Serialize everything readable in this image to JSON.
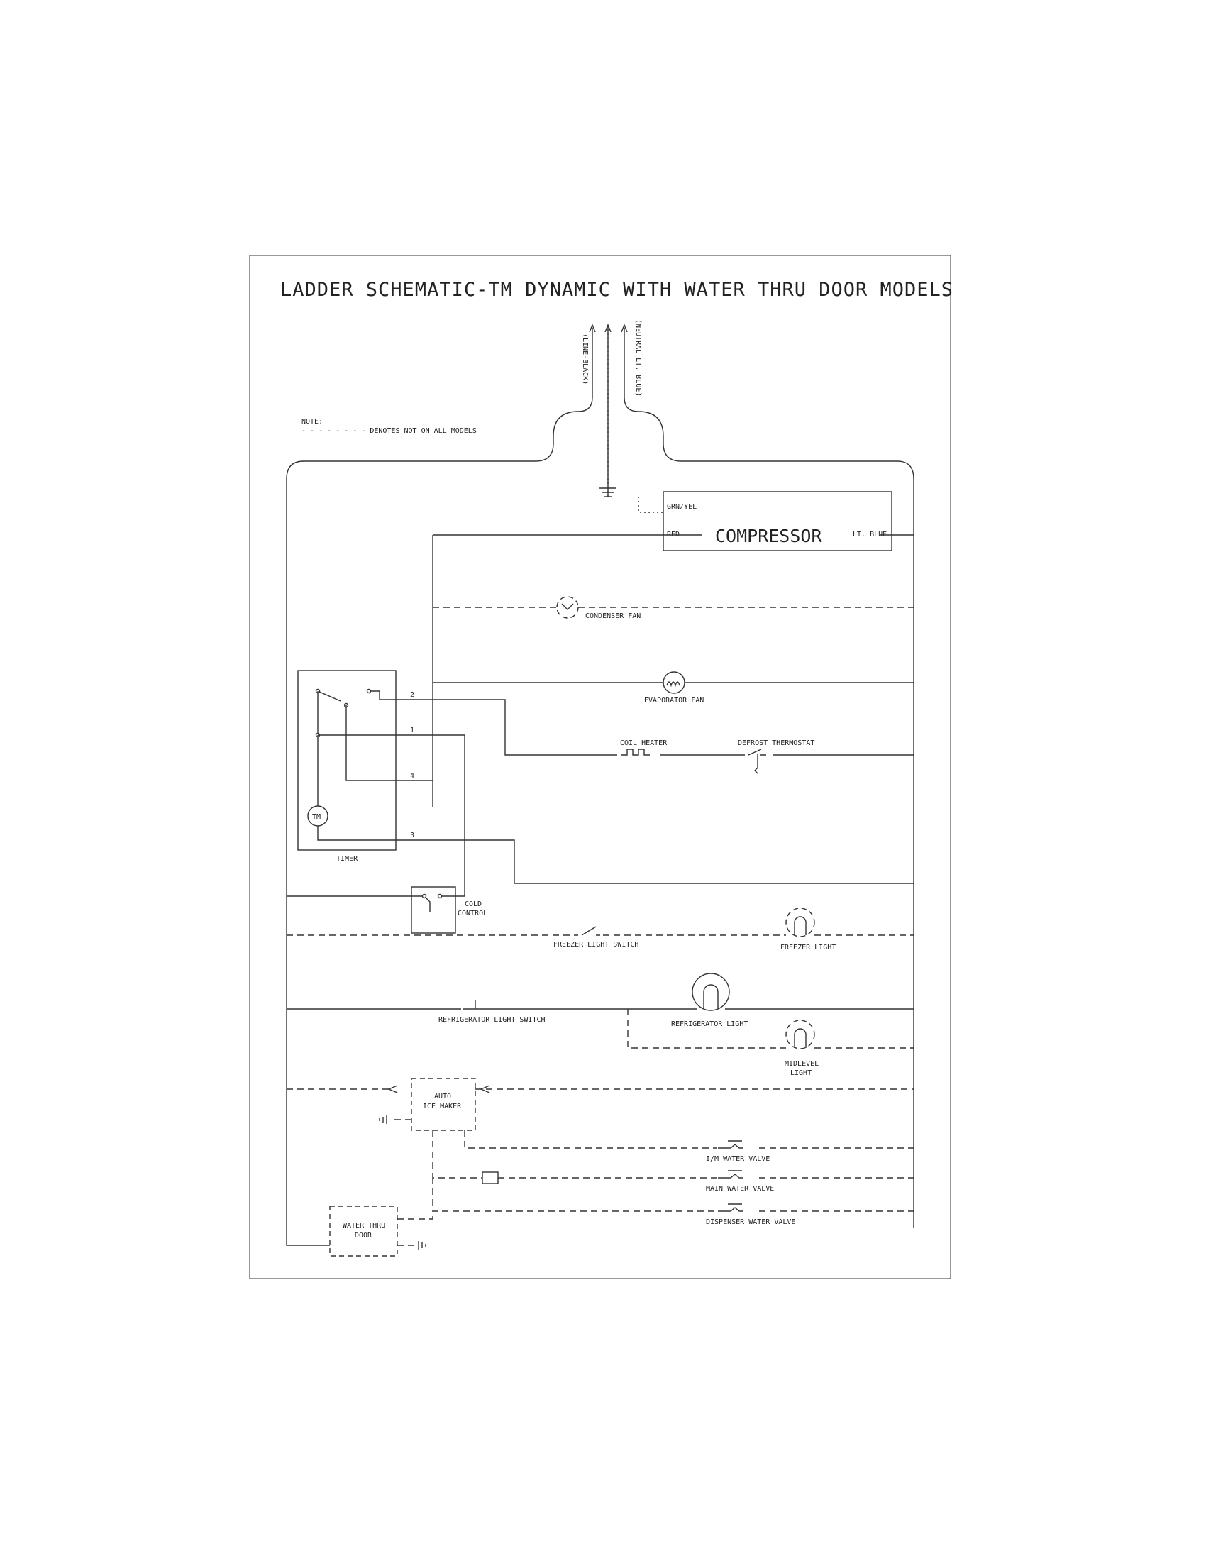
{
  "title": "LADDER SCHEMATIC-TM DYNAMIC WITH WATER THRU DOOR MODELS",
  "supply": {
    "line_label": "(LINE-BLACK)",
    "neutral_label": "(NEUTRAL LT. BLUE)"
  },
  "note": {
    "heading": "NOTE:",
    "text": "- - - - - - - - DENOTES NOT ON ALL MODELS"
  },
  "compressor": {
    "label": "COMPRESSOR",
    "ground_wire": "GRN/YEL",
    "red_wire": "RED",
    "blue_wire": "LT. BLUE"
  },
  "components": {
    "condenser_fan": "CONDENSER FAN",
    "evaporator_fan": "EVAPORATOR FAN",
    "coil_heater": "COIL HEATER",
    "defrost_thermostat": "DEFROST THERMOSTAT",
    "timer": "TIMER",
    "timer_motor": "TM",
    "cold_control_1": "COLD",
    "cold_control_2": "CONTROL",
    "freezer_light_switch": "FREEZER LIGHT SWITCH",
    "freezer_light": "FREEZER LIGHT",
    "refrigerator_light_switch": "REFRIGERATOR LIGHT SWITCH",
    "refrigerator_light": "REFRIGERATOR LIGHT",
    "midlevel_light_1": "MIDLEVEL",
    "midlevel_light_2": "LIGHT",
    "ice_maker_1": "AUTO",
    "ice_maker_2": "ICE MAKER",
    "im_water_valve": "I/M WATER VALVE",
    "main_water_valve": "MAIN WATER VALVE",
    "dispenser_water_valve": "DISPENSER WATER VALVE",
    "water_thru_door_1": "WATER THRU",
    "water_thru_door_2": "DOOR"
  },
  "timer_terminals": {
    "t1": "1",
    "t2": "2",
    "t3": "3",
    "t4": "4"
  }
}
